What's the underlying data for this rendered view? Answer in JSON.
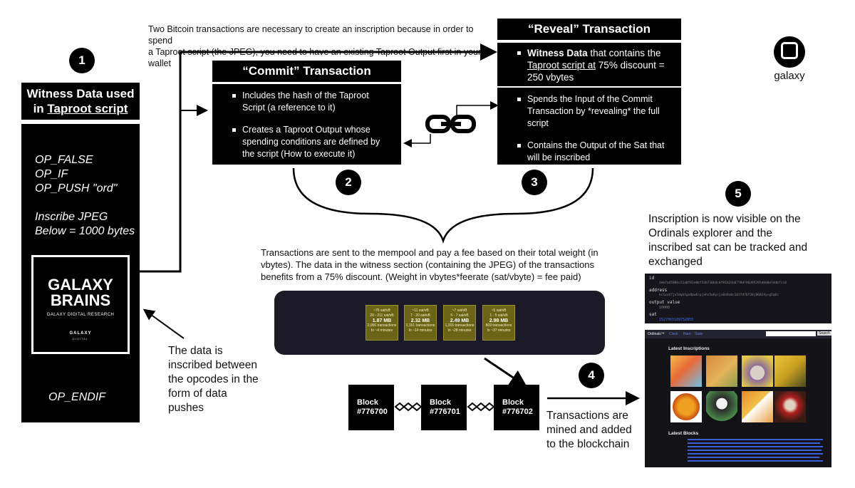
{
  "top_note": {
    "line1": "Two Bitcoin transactions are necessary to create an inscription because in order to spend",
    "line2": "a Taproot script (the JPEG), you need to have an existing Taproot Output first in your wallet"
  },
  "steps": {
    "one": "1",
    "two": "2",
    "three": "3",
    "four": "4",
    "five": "5"
  },
  "witness": {
    "title_line1": "Witness Data used",
    "title_line2_prefix": "in ",
    "title_line2_link": "Taproot script",
    "ops": {
      "op_false": "OP_FALSE",
      "op_if": "OP_IF",
      "op_push": "OP_PUSH \"ord\"",
      "inscribe": "Inscribe JPEG",
      "below": "Below = 1000 bytes",
      "op_endif": "OP_ENDIF"
    },
    "logo": {
      "line1": "GALAXY",
      "line2": "BRAINS",
      "sub": "GALAXY DIGITAL RESEARCH",
      "brand": "GALAXY",
      "brand_sub": "DIGITAL"
    }
  },
  "commit": {
    "title": "“Commit” Transaction",
    "bullets": [
      "Includes the hash of the Taproot Script (a reference to it)",
      "Creates a Taproot Output whose spending conditions are defined by the script (How to execute it)"
    ]
  },
  "reveal": {
    "title": "“Reveal” Transaction",
    "b1_bold": "Witness Data",
    "b1_text": " that contains the ",
    "b1_link": "Taproot script at",
    "b1_rest": " 75% discount = 250 vbytes",
    "b2": "Spends the Input of the Commit Transaction by *revealing* the full script",
    "b3": "Contains the Output of the Sat that will be inscribed"
  },
  "brand": {
    "name": "galaxy"
  },
  "mempool_text": {
    "line1": "Transactions are sent to the mempool and pay a fee based on their total weight (in",
    "line2": "vbytes). The data in the witness section (containing the JPEG) of the transactions",
    "line3": "benefits from a 75% discount. (Weight in vbytes*feerate (sat/vbyte) = fee paid)"
  },
  "mempool_cards": [
    {
      "fee": "~75 sat/vB",
      "range": "20 - 211 sat/vB",
      "mb": "1.87 MB",
      "tx": "2,056 transactions",
      "eta": "In ~4 minutes"
    },
    {
      "fee": "~11 sat/vB",
      "range": "7 - 20 sat/vB",
      "mb": "2.32 MB",
      "tx": "1,151 transactions",
      "eta": "In ~14 minutes"
    },
    {
      "fee": "~7 sat/vB",
      "range": "5 - 7 sat/vB",
      "mb": "2.49 MB",
      "tx": "1,315 transactions",
      "eta": "In ~28 minutes"
    },
    {
      "fee": "~5 sat/vB",
      "range": "1 - 5 sat/vB",
      "mb": "2.98 MB",
      "tx": "809 transactions",
      "eta": "In ~37 minutes"
    }
  ],
  "blocks": [
    {
      "label": "Block",
      "id": "#776700"
    },
    {
      "label": "Block",
      "id": "#776701"
    },
    {
      "label": "Block",
      "id": "#776702"
    }
  ],
  "data_note": [
    "The data is",
    "inscribed between",
    "the opcodes in the",
    "form of data",
    "pushes"
  ],
  "mined_note": [
    "Transactions are",
    "mined and added",
    "to the blockchain"
  ],
  "visible_note": [
    "Inscription is now visible on the",
    "Ordinals explorer and the",
    "inscribed sat can be tracked and",
    "exchanged"
  ],
  "explorer_info": {
    "id_label": "id",
    "id_value": "3eb7a45806c21a0f61e0bf336718bdc8f81b2da6778d740395295d8d8a54dbfci0",
    "address_label": "address",
    "address_value": "bc1pxh7jn5dqktgx8pw6rpjahx5w6ycjx8a9z0c16tfd76f20j86824ycg5q6c",
    "output_label": "output value",
    "output_value": "10000",
    "sat_label": "sat",
    "sat_value": "1527003189752955"
  },
  "explorer": {
    "nav": [
      "Ordinals™",
      "Clock",
      "Rare",
      "Stats",
      "Search"
    ],
    "search_button": "Search",
    "latest_inscriptions": "Latest Inscriptions",
    "latest_blocks": "Latest Blocks"
  }
}
